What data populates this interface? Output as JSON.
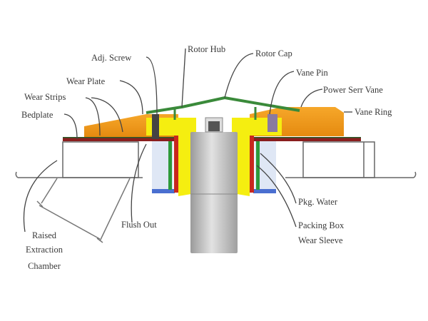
{
  "labels": {
    "adj_screw": "Adj. Screw",
    "rotor_hub": "Rotor Hub",
    "rotor_cap": "Rotor Cap",
    "vane_pin": "Vane Pin",
    "wear_plate": "Wear Plate",
    "power_serr_vane": "Power Serr Vane",
    "wear_strips": "Wear Strips",
    "vane_ring": "Vane Ring",
    "bedplate": "Bedplate",
    "pkg_water": "Pkg. Water",
    "flush_out": "Flush Out",
    "packing_box": "Packing Box",
    "wear_sleeve": "Wear Sleeve",
    "raised_extraction_chamber": [
      "Raised",
      "Extraction",
      "Chamber"
    ]
  },
  "colors": {
    "vane": "#f29a1a",
    "hub": "#f5ee10",
    "rotor_cap": "#3a8a3a",
    "bedplate": "#8a1e1e",
    "packing": "#4a6fd0",
    "shaft": "#b8b8b8"
  }
}
